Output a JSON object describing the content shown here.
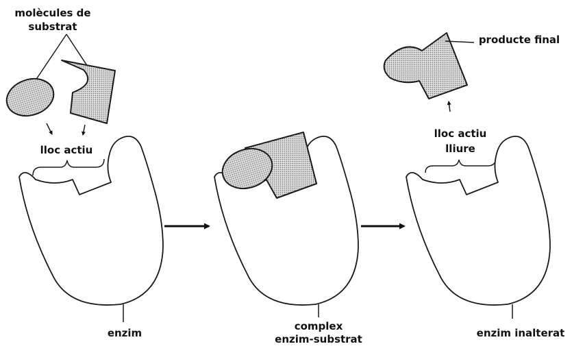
{
  "labels": {
    "molecules_line1": "molècules de",
    "molecules_line2": "substrat",
    "active_site": "lloc actiu",
    "enzyme": "enzim",
    "complex_line1": "complex",
    "complex_line2": "enzim-substrat",
    "free_site_line1": "lloc actiu",
    "free_site_line2": "lliure",
    "final_product": "producte final",
    "unaltered_enzyme": "enzim inalterat"
  },
  "colors": {
    "outline": "#1a1a1a",
    "shading_dot": "#6f6f6f",
    "shading_bg": "#dcdcdc"
  }
}
